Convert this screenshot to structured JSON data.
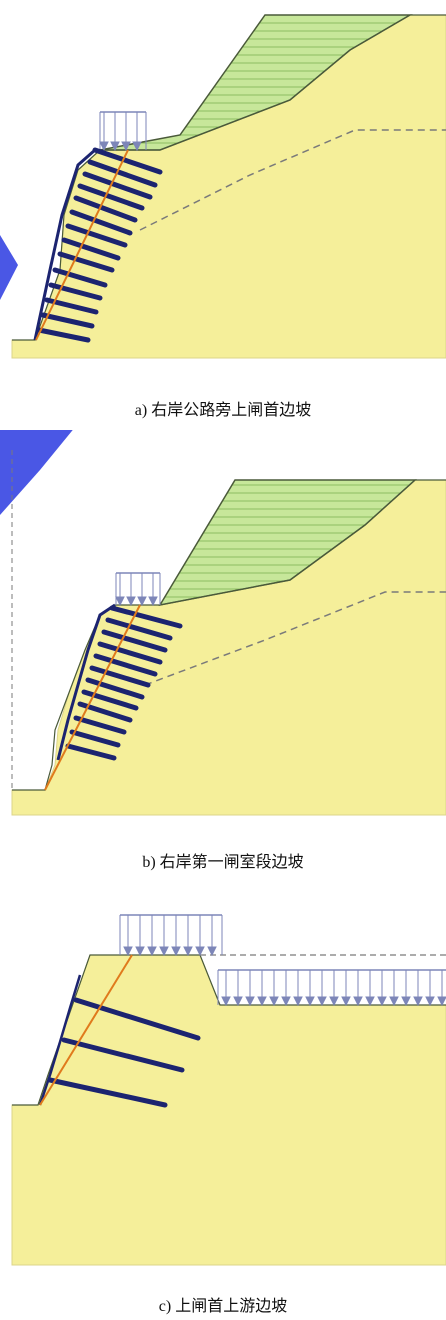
{
  "panels": [
    {
      "id": "a",
      "caption": "a) 右岸公路旁上闸首边坡"
    },
    {
      "id": "b",
      "caption": "b) 右岸第一闸室段边坡"
    },
    {
      "id": "c",
      "caption": "c) 上闸首上游边坡"
    }
  ],
  "colors": {
    "soil": "#f5ef9a",
    "soil_edge": "#dcd48a",
    "upper_layer": "#c7e79a",
    "layer_hatch": "#8dbd62",
    "outline": "#4a5a3a",
    "anchor": "#1c2470",
    "slip_surface": "#e07a1c",
    "load_arrows": "#7d86b8",
    "dashed_line": "#7a7a7a",
    "watermark": "#2a3ae0"
  }
}
